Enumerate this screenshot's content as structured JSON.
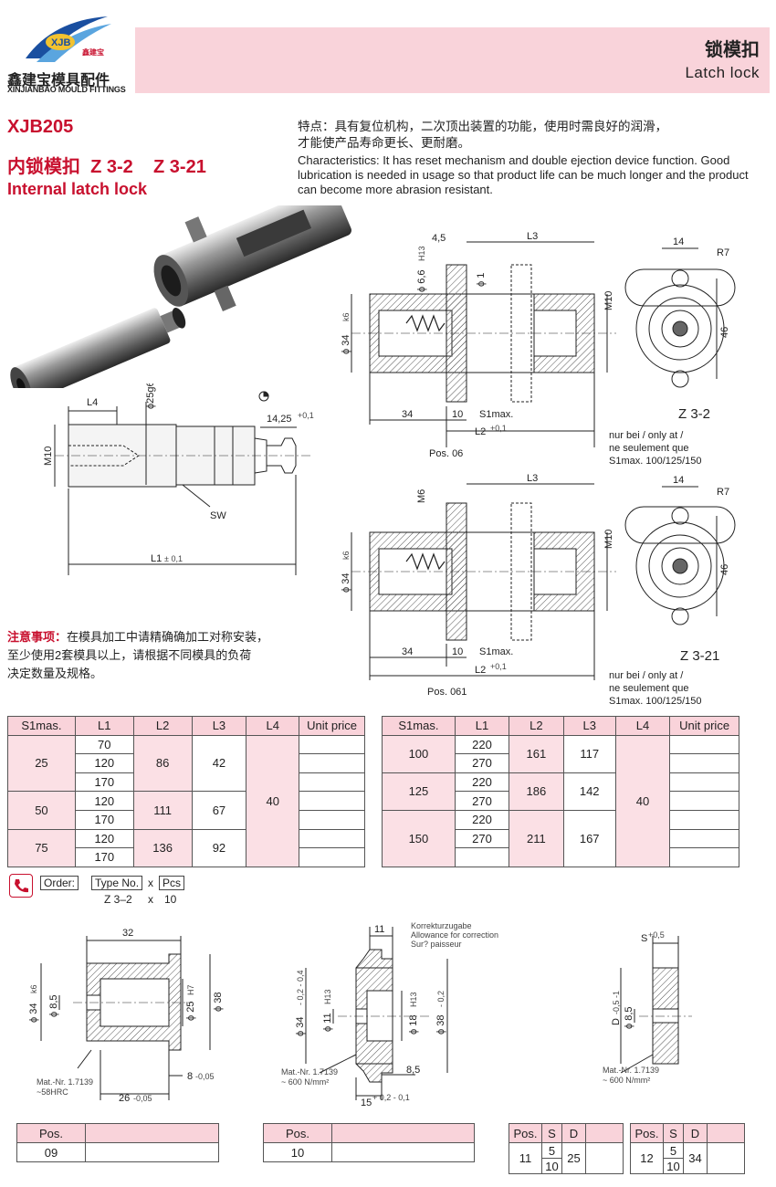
{
  "header": {
    "title_cn": "锁模扣",
    "title_en": "Latch lock",
    "brand_logo_text": "XJB",
    "brand_small": "鑫建宝",
    "brand_cn": "鑫建宝模具配件",
    "brand_en": "XINJIANBAO MOULD FITTINGS"
  },
  "product": {
    "code": "XJB205",
    "name_cn": "内锁模扣  Z 3-2    Z 3-21",
    "name_en": "Internal latch lock",
    "features_cn_1": "特点：具有复位机构，二次顶出装置的功能，使用时需良好的润滑，",
    "features_cn_2": "才能使产品寿命更长、更耐磨。",
    "features_en": "Characteristics: It has reset mechanism and double ejection device function. Good lubrication is needed in usage so that product life can be much longer and the product can become more abrasion resistant."
  },
  "notice": {
    "label": "注意事项：",
    "text_1": "在模具加工中请精确确加工对称安装，",
    "text_2": "至少使用2套模具以上，请根据不同模具的负荷",
    "text_3": "决定数量及规格。"
  },
  "drawing_pin": {
    "L4": "L4",
    "phi25": "ϕ25g6",
    "M10": "M10",
    "dim1425": "14,25",
    "tol01": "+0,1",
    "SW": "SW",
    "L1": "L1",
    "L1tol": "± 0,1"
  },
  "drawing_z32": {
    "d45": "4,5",
    "L3": "L3",
    "d14": "14",
    "R7": "R7",
    "phi66": "ϕ 6,6",
    "H13": "H13",
    "phi1": "ϕ 1",
    "M10": "M10",
    "phi34": "ϕ 34",
    "k6": "k6",
    "d46": "46",
    "d34": "34",
    "d10": "10",
    "S1max": "S1max.",
    "L2": "L2",
    "tol01": "+0,1",
    "label": "Z 3-2",
    "pos": "Pos. 06",
    "note_1": "nur bei / only at /",
    "note_2": "ne seulement que",
    "note_3": "S1max. 100/125/150"
  },
  "drawing_z321": {
    "M6": "M6",
    "L3": "L3",
    "d14": "14",
    "R7": "R7",
    "M10": "M10",
    "phi34": "ϕ 34",
    "k6": "k6",
    "d46": "46",
    "d34": "34",
    "d10": "10",
    "S1max": "S1max.",
    "L2": "L2",
    "tol01": "+0,1",
    "label": "Z 3-21",
    "pos": "Pos. 061",
    "note_1": "nur bei / only at /",
    "note_2": "ne seulement que",
    "note_3": "S1max. 100/125/150"
  },
  "table_left": {
    "headers": [
      "S1mas.",
      "L1",
      "L2",
      "L3",
      "L4",
      "Unit price"
    ],
    "s1": [
      "25",
      "50",
      "75"
    ],
    "l1": [
      "70",
      "120",
      "170",
      "120",
      "170",
      "120",
      "170"
    ],
    "l2": [
      "86",
      "111",
      "136"
    ],
    "l3": [
      "42",
      "67",
      "92"
    ],
    "l4": "40"
  },
  "table_right": {
    "headers": [
      "S1mas.",
      "L1",
      "L2",
      "L3",
      "L4",
      "Unit price"
    ],
    "s1": [
      "100",
      "125",
      "150"
    ],
    "l1": [
      "220",
      "270",
      "220",
      "270",
      "220",
      "270"
    ],
    "l2": [
      "161",
      "186",
      "211"
    ],
    "l3": [
      "117",
      "142",
      "167"
    ],
    "l4": "40"
  },
  "order": {
    "label": "Order:",
    "type_no": "Type No.",
    "x": "x",
    "pcs": "Pcs",
    "example_type": "Z 3–2",
    "example_x": "x",
    "example_qty": "10"
  },
  "part09": {
    "d32": "32",
    "phi34": "ϕ 34",
    "k6": "k6",
    "phi85": "ϕ 8,5",
    "phi25": "ϕ 25",
    "H7": "H7",
    "phi38": "ϕ 38",
    "d8": "8",
    "d8tol": "-0,05",
    "d26": "26",
    "d26tol": "-0,05",
    "mat_1": "Mat.-Nr. 1.7139",
    "mat_2": "~58HRC"
  },
  "part10": {
    "d11": "11",
    "korr_1": "Korrekturzugabe",
    "korr_2": "Allowance for correction",
    "korr_3": "Sur? paisseur",
    "phi34": "ϕ 34",
    "tol34": "- 0,2 - 0,4",
    "phi11": "ϕ 11",
    "H13": "H13",
    "phi18": "ϕ 18",
    "H13b": "H13",
    "phi38": "ϕ 38",
    "tol38": "- 0,2",
    "d85": "8,5",
    "d15": "15",
    "tol15": "+ 0,2 - 0,1",
    "mat_1": "Mat.-Nr. 1.7139",
    "mat_2": "~ 600 N/mm²"
  },
  "part_shim": {
    "S": "S",
    "Stol": "+0,5",
    "D": "D",
    "Dtol": "-0,5 -1",
    "phi85": "ϕ 8,5",
    "mat_1": "Mat.-Nr. 1.7139",
    "mat_2": "~ 600 N/mm²"
  },
  "pos09": {
    "head": "Pos.",
    "value": "09"
  },
  "pos10": {
    "head": "Pos.",
    "value": "10"
  },
  "pos11": {
    "head": [
      "Pos.",
      "S",
      "D"
    ],
    "pos": "11",
    "s": [
      "5",
      "10"
    ],
    "d": "25"
  },
  "pos12": {
    "head": [
      "Pos.",
      "S",
      "D"
    ],
    "pos": "12",
    "s": [
      "5",
      "10"
    ],
    "d": "34"
  }
}
